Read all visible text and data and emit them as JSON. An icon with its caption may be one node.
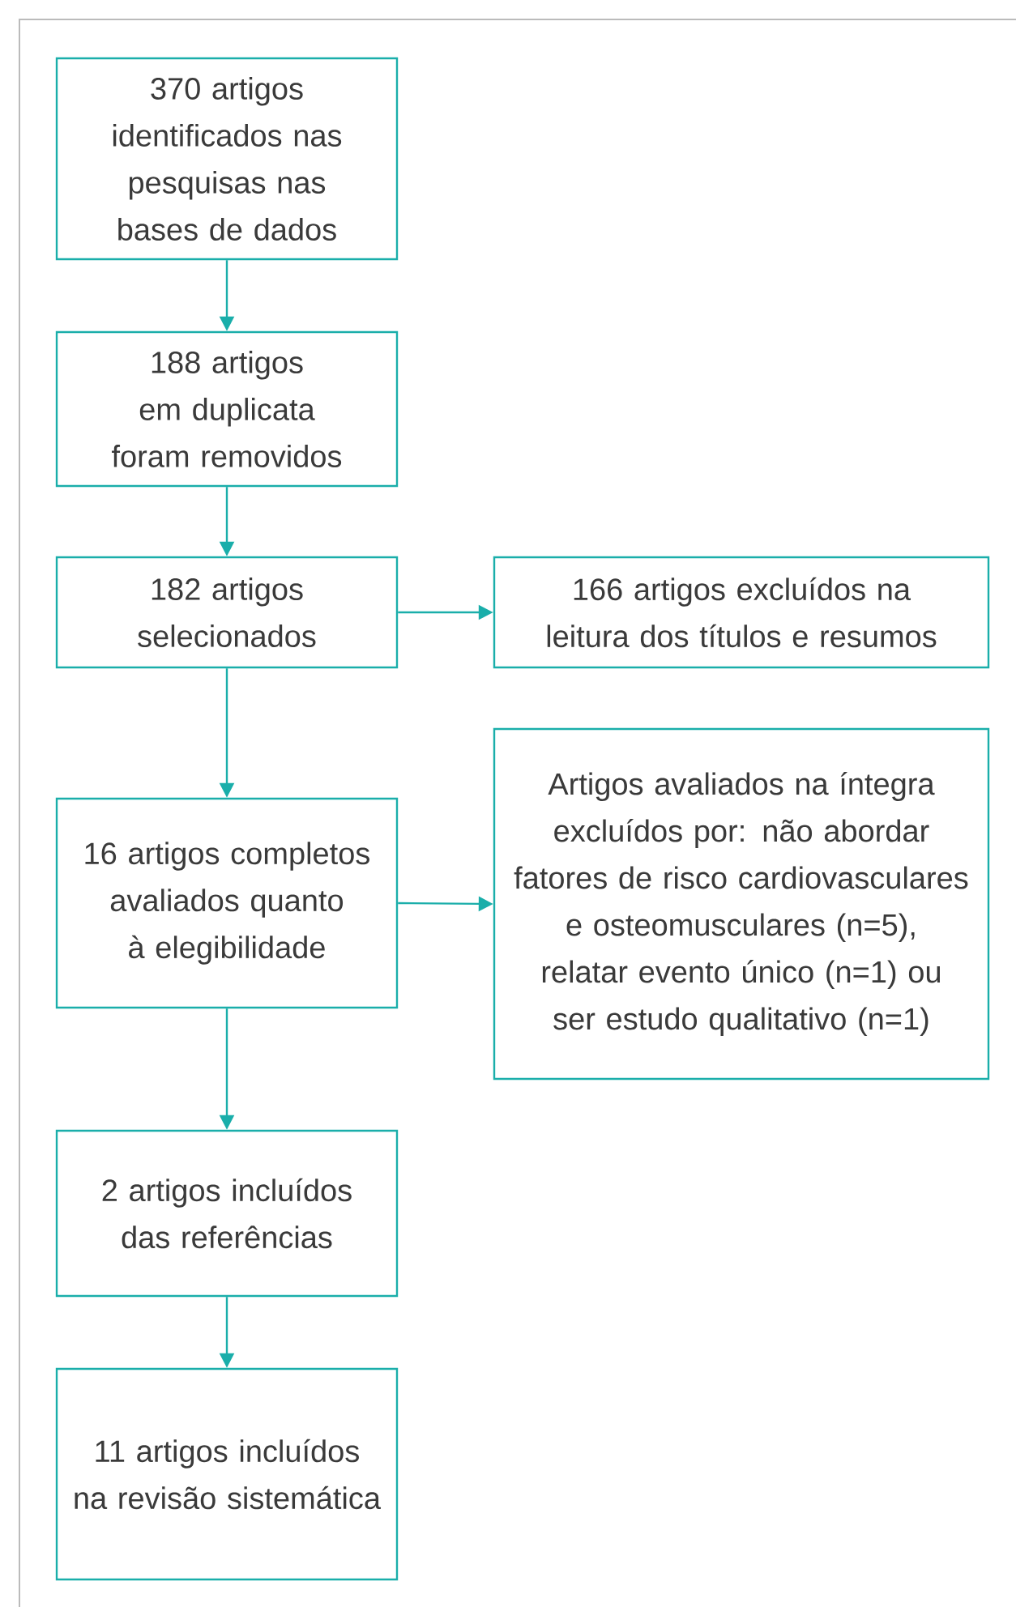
{
  "diagram": {
    "nodes": [
      {
        "text": [
          "370 artigos identificados nas pesquisas nas bases de dados"
        ]
      },
      {
        "text": [
          "188 artigos em duplicata foram removidos"
        ]
      },
      {
        "text": [
          "182 artigos selecionados"
        ]
      },
      {
        "text": [
          "166 artigos excluídos na leitura dos títulos e resumos"
        ]
      },
      {
        "text": [
          "16 artigos completos avaliados quanto à elegibilidade"
        ]
      },
      {
        "text": [
          "Artigos avaliados na íntegra excluídos por: não abordar fatores de risco cardiovasculares e osteomusculares (n=5), relatar evento único (n=1) ou ser estudo qualitativo (n=1)"
        ]
      },
      {
        "text": [
          "2 artigos incluídos das referências"
        ]
      },
      {
        "text": [
          "11 artigos incluídos na revisão sistemática"
        ]
      }
    ],
    "edges": [
      {
        "from": 0,
        "to": 1,
        "arrow": "to"
      },
      {
        "from": 1,
        "to": 2,
        "arrow": "to"
      },
      {
        "from": 2,
        "to": 3,
        "arrow": "to"
      },
      {
        "from": 2,
        "to": 4,
        "arrow": "to"
      },
      {
        "from": 4,
        "to": 5,
        "arrow": "to"
      },
      {
        "from": 4,
        "to": 6,
        "arrow": "to"
      },
      {
        "from": 6,
        "to": 7,
        "arrow": "to"
      }
    ]
  }
}
